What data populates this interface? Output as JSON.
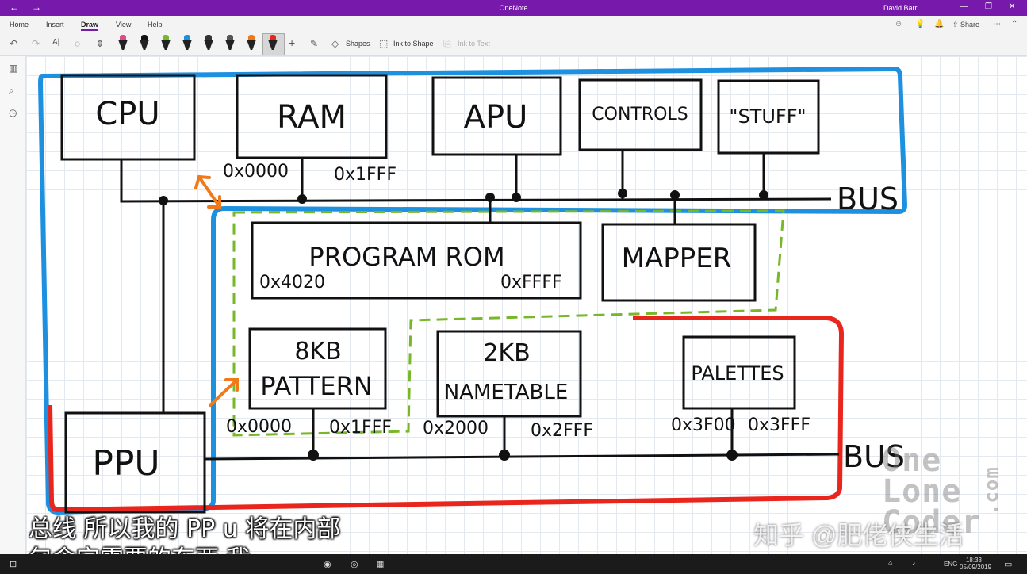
{
  "window": {
    "title": "OneNote",
    "user": "David Barr"
  },
  "menu": {
    "tabs": [
      "Home",
      "Insert",
      "Draw",
      "View",
      "Help"
    ],
    "active_tab": "Draw",
    "share_label": "Share"
  },
  "toolbar": {
    "shapes_label": "Shapes",
    "ink_to_shape_label": "Ink to Shape",
    "ink_to_text_label": "Ink to Text"
  },
  "drawing": {
    "blocks_top": [
      {
        "label": "CPU"
      },
      {
        "label": "RAM"
      },
      {
        "label": "APU"
      },
      {
        "label": "CONTROLS"
      },
      {
        "label": "\"STUFF\""
      }
    ],
    "ram_range": {
      "start": "0x0000",
      "end": "0x1FFF"
    },
    "bus_label_cpu": "BUS",
    "program_rom": {
      "label": "PROGRAM ROM",
      "start": "0x4020",
      "end": "0xFFFF"
    },
    "mapper": {
      "label": "MAPPER"
    },
    "pattern": {
      "line1": "8KB",
      "line2": "PATTERN",
      "start": "0x0000",
      "end": "0x1FFF"
    },
    "nametable": {
      "line1": "2KB",
      "line2": "NAMETABLE",
      "start": "0x2000",
      "end": "0x2FFF"
    },
    "palettes": {
      "label": "PALETTES",
      "start": "0x3F00",
      "end": "0x3FFF"
    },
    "ppu": {
      "label": "PPU"
    },
    "bus_label_ppu": "BUS",
    "colors": {
      "ink": "#111111",
      "cpu_bus_outline": "#1e90e0",
      "cartridge": "#77b82a",
      "ppu_region": "#e8261e",
      "arrows": "#f07a1a"
    }
  },
  "watermark": {
    "line1": "One",
    "line2": "Lone",
    "line3": "Coder",
    "dotcom": ".com"
  },
  "overlay": {
    "zhihu": "知乎 @肥佬侠生活"
  },
  "subtitle": {
    "line1": "总线 所以我的 PP u 将在内部",
    "line2": "包含它需要的东西 我"
  },
  "taskbar": {
    "lang": "ENG",
    "time": "18:33",
    "date": "05/09/2019"
  }
}
